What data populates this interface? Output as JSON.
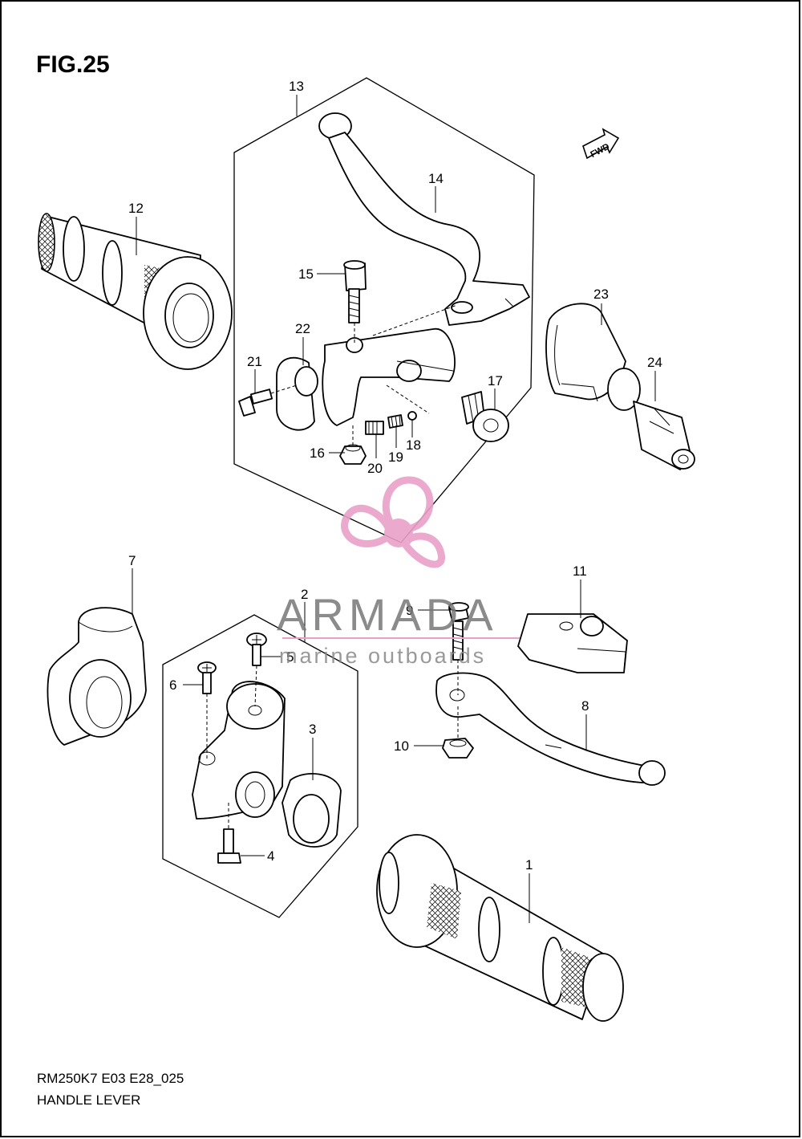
{
  "figure": {
    "title": "FIG.25",
    "code": "RM250K7 E03 E28_025",
    "name": "HANDLE LEVER",
    "fwd_badge": "FWD"
  },
  "callouts": [
    "1",
    "2",
    "3",
    "4",
    "5",
    "6",
    "7",
    "8",
    "9",
    "10",
    "11",
    "12",
    "13",
    "14",
    "15",
    "16",
    "17",
    "18",
    "19",
    "20",
    "21",
    "22",
    "23",
    "24"
  ],
  "watermark": {
    "brand": "ARMADA",
    "tagline": "marine outboards",
    "logo_color": "#e8a0c8"
  }
}
